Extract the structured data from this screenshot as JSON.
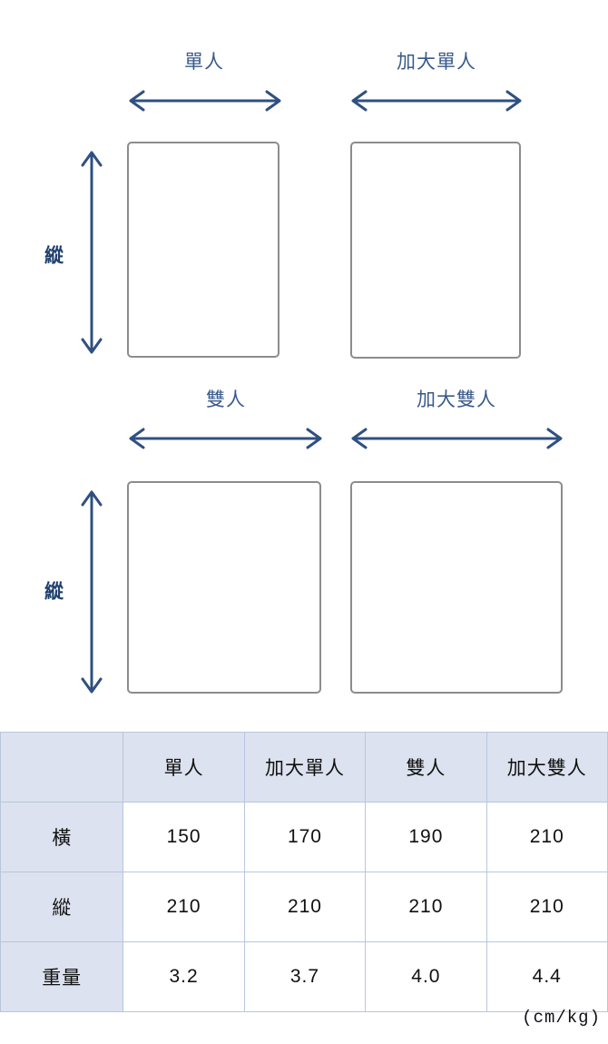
{
  "diagram": {
    "rows": [
      {
        "vertical_label": "縱",
        "cells": [
          {
            "size_label": "單人",
            "width_arrow": true
          },
          {
            "size_label": "加大單人",
            "width_arrow": true
          }
        ]
      },
      {
        "vertical_label": "縱",
        "cells": [
          {
            "size_label": "雙人",
            "width_arrow": true
          },
          {
            "size_label": "加大雙人",
            "width_arrow": true
          }
        ]
      }
    ]
  },
  "table": {
    "corner_label": "",
    "columns": [
      "單人",
      "加大單人",
      "雙人",
      "加大雙人"
    ],
    "rows": [
      {
        "label": "橫",
        "values": [
          "150",
          "170",
          "190",
          "210"
        ]
      },
      {
        "label": "縱",
        "values": [
          "210",
          "210",
          "210",
          "210"
        ]
      },
      {
        "label": "重量",
        "values": [
          "3.2",
          "3.7",
          "4.0",
          "4.4"
        ]
      }
    ],
    "unit_note": "(cm/kg)"
  },
  "colors": {
    "arrow": "#2f5081",
    "size_label": "#3a5a8c",
    "vertical_label": "#1f3f6e",
    "rect_border": "#8c8c8c",
    "table_header_bg": "#dce2ef",
    "table_border": "#b9c6de"
  },
  "chart_data": {
    "type": "table",
    "title": "",
    "categories": [
      "單人",
      "加大單人",
      "雙人",
      "加大雙人"
    ],
    "series": [
      {
        "name": "橫",
        "values": [
          150,
          170,
          190,
          210
        ]
      },
      {
        "name": "縱",
        "values": [
          210,
          210,
          210,
          210
        ]
      },
      {
        "name": "重量",
        "values": [
          3.2,
          3.7,
          4.0,
          4.4
        ]
      }
    ],
    "xlabel": "",
    "ylabel": "",
    "annotations": [
      "(cm/kg)"
    ]
  }
}
